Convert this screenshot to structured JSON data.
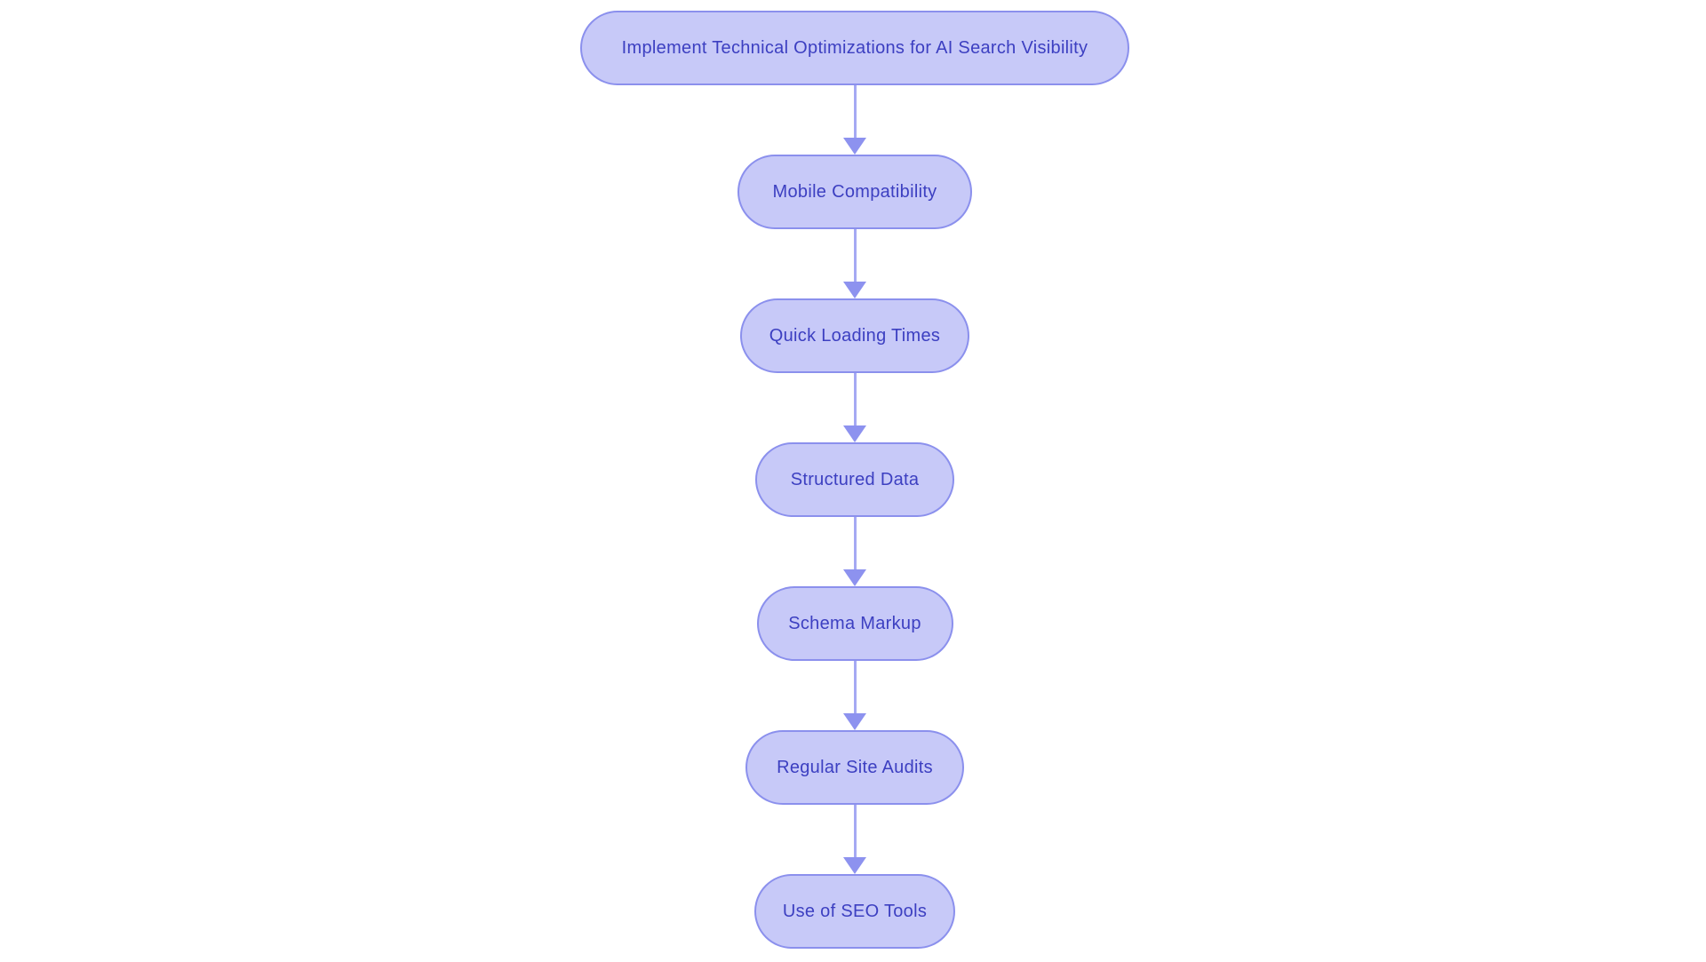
{
  "flowchart": {
    "nodes": [
      {
        "label": "Implement Technical Optimizations for AI Search Visibility"
      },
      {
        "label": "Mobile Compatibility"
      },
      {
        "label": "Quick Loading Times"
      },
      {
        "label": "Structured Data"
      },
      {
        "label": "Schema Markup"
      },
      {
        "label": "Regular Site Audits"
      },
      {
        "label": "Use of SEO Tools"
      }
    ],
    "colors": {
      "background": "#ffffff",
      "node_fill": "#c7c9f8",
      "node_border": "#8b90ed",
      "node_text": "#3c3fc1",
      "arrow_line": "#a5a9f3",
      "arrow_head": "#8d92ef"
    }
  }
}
